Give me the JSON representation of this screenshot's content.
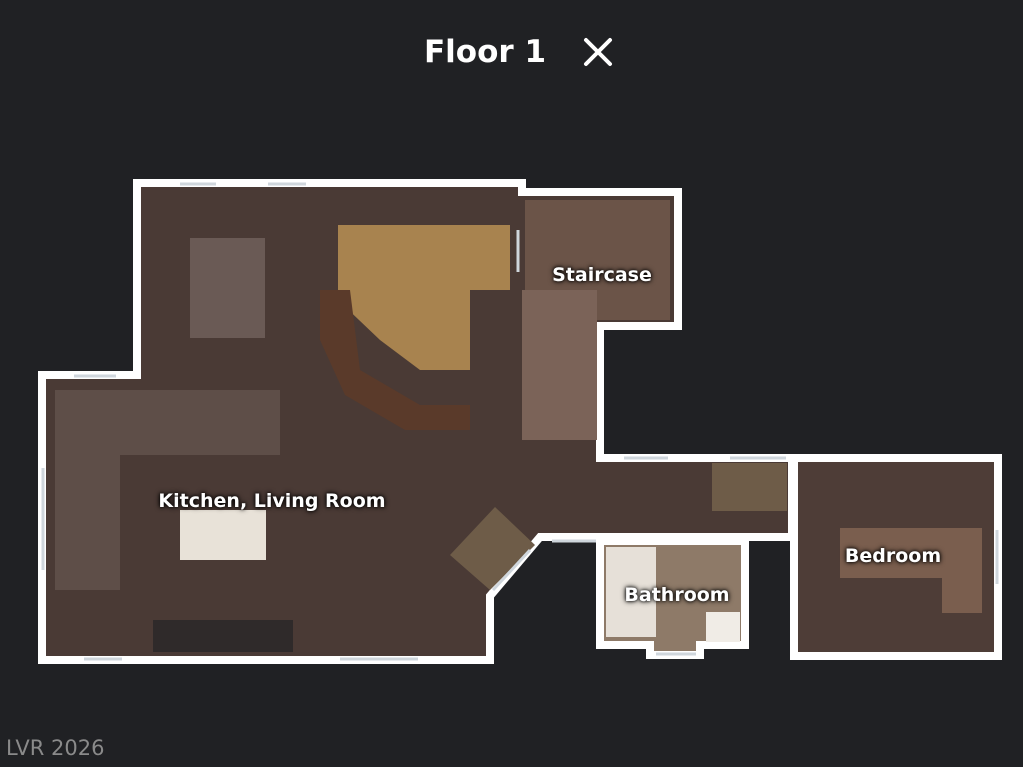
{
  "header": {
    "title": "Floor 1",
    "close_icon": "close-icon"
  },
  "rooms": [
    {
      "name": "Staircase"
    },
    {
      "name": "Kitchen, Living Room"
    },
    {
      "name": "Bedroom"
    },
    {
      "name": "Bathroom"
    }
  ],
  "watermark": "LVR 2026",
  "colors": {
    "background": "#202124",
    "wall": "#ffffff",
    "floor": "#4a3a35",
    "carpet": "#a8834f"
  }
}
